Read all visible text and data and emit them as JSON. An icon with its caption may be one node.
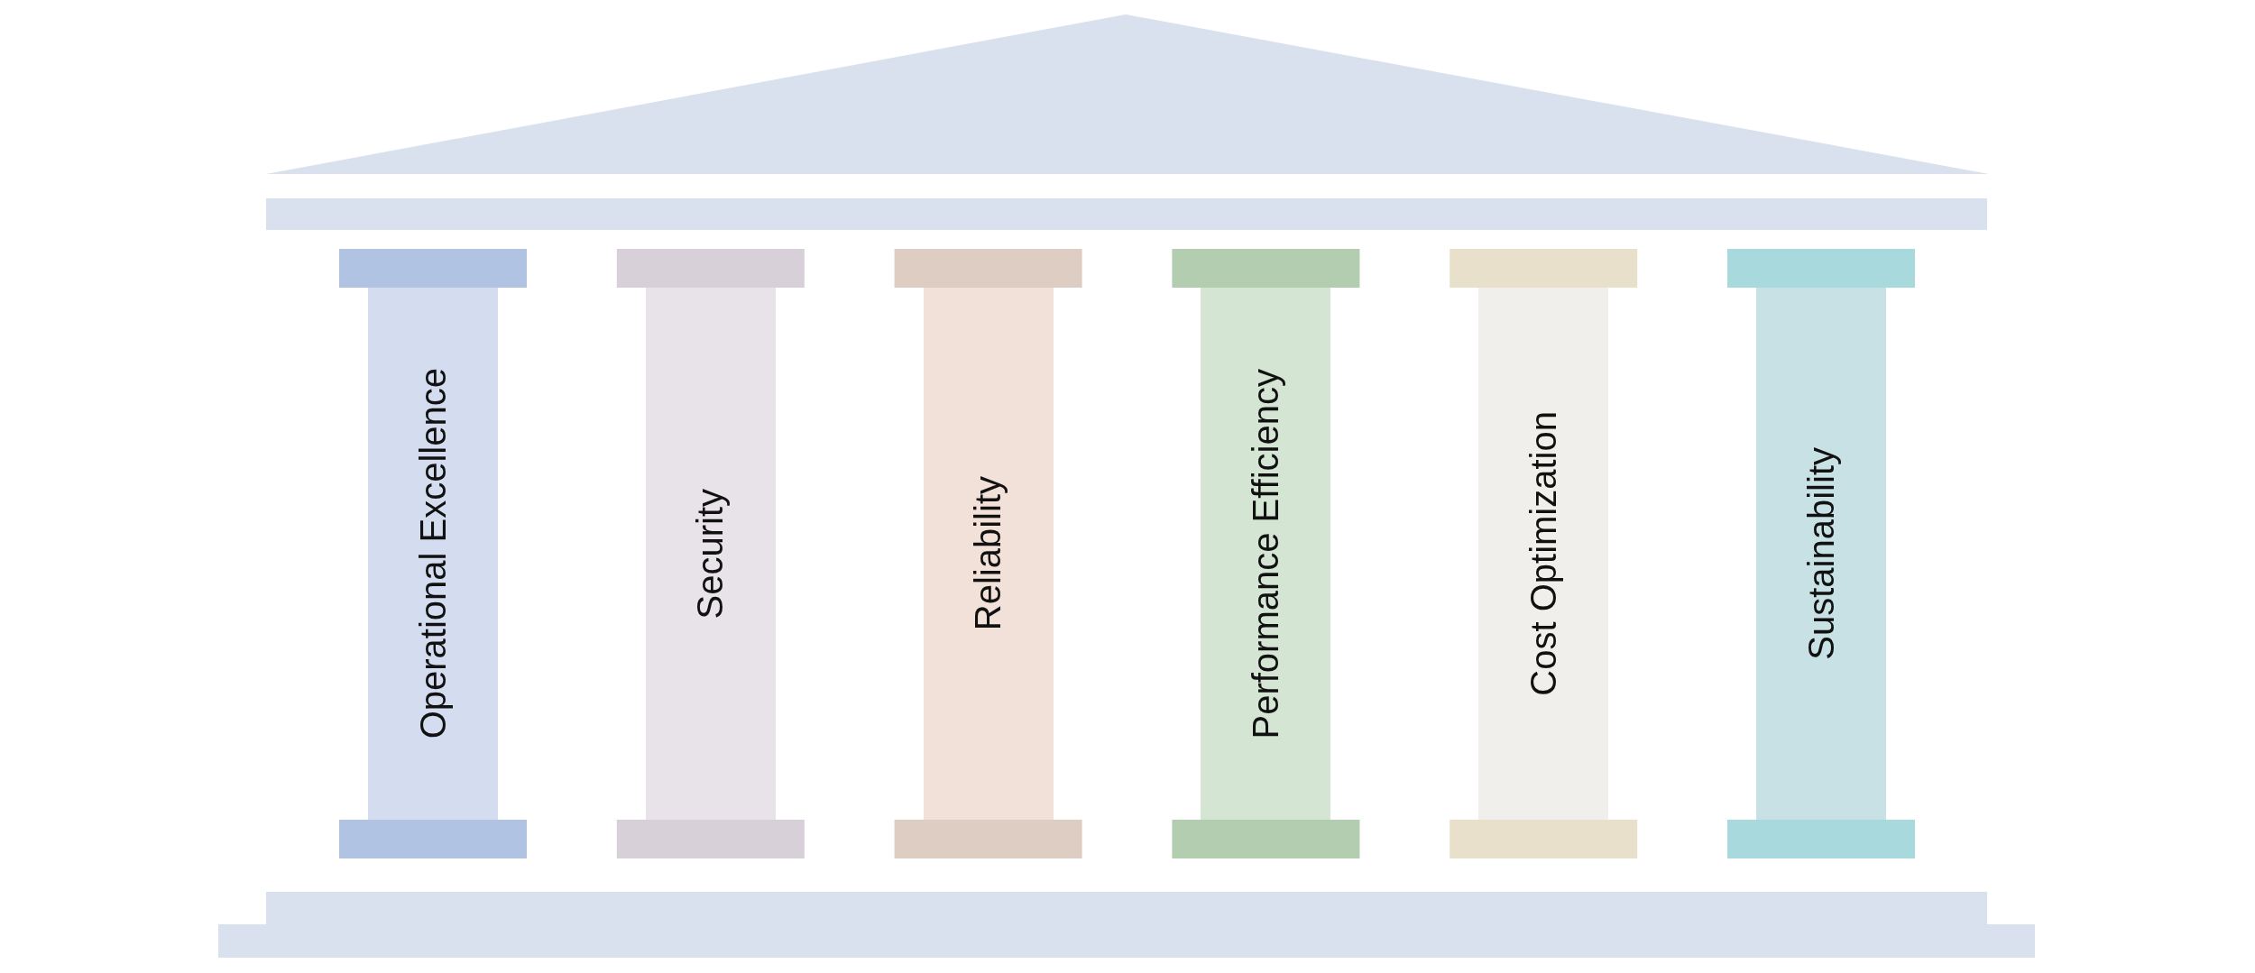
{
  "diagram": {
    "nodes": [
      {
        "text": [
          "Operational Excellence"
        ]
      },
      {
        "text": [
          "Security"
        ]
      },
      {
        "text": [
          "Reliability"
        ]
      },
      {
        "text": [
          "Performance Efficiency"
        ]
      },
      {
        "text": [
          "Cost Optimization"
        ]
      },
      {
        "text": [
          "Sustainability"
        ]
      }
    ]
  }
}
